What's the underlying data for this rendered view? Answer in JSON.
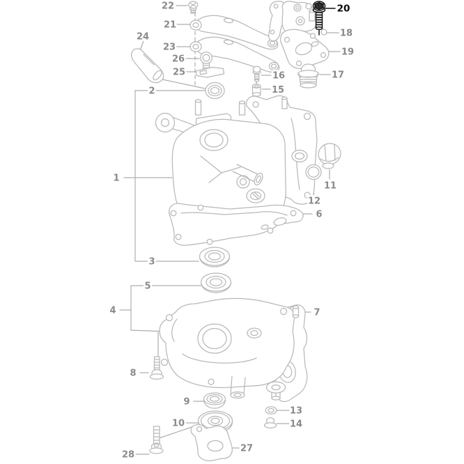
{
  "diagram": {
    "type": "exploded-parts-diagram",
    "background_color": "#ffffff",
    "line_color": "#b8b8b8",
    "label_color": "#8a8a8a",
    "highlight_color": "#0a0a0a",
    "highlighted_part": "20",
    "callouts": [
      {
        "label": "1",
        "highlighted": false
      },
      {
        "label": "2",
        "highlighted": false
      },
      {
        "label": "3",
        "highlighted": false
      },
      {
        "label": "4",
        "highlighted": false
      },
      {
        "label": "5",
        "highlighted": false
      },
      {
        "label": "6",
        "highlighted": false
      },
      {
        "label": "7",
        "highlighted": false
      },
      {
        "label": "8",
        "highlighted": false
      },
      {
        "label": "9",
        "highlighted": false
      },
      {
        "label": "10",
        "highlighted": false
      },
      {
        "label": "11",
        "highlighted": false
      },
      {
        "label": "12",
        "highlighted": false
      },
      {
        "label": "13",
        "highlighted": false
      },
      {
        "label": "14",
        "highlighted": false
      },
      {
        "label": "15",
        "highlighted": false
      },
      {
        "label": "16",
        "highlighted": false
      },
      {
        "label": "17",
        "highlighted": false
      },
      {
        "label": "18",
        "highlighted": false
      },
      {
        "label": "19",
        "highlighted": false
      },
      {
        "label": "20",
        "highlighted": true
      },
      {
        "label": "21",
        "highlighted": false
      },
      {
        "label": "22",
        "highlighted": false
      },
      {
        "label": "23",
        "highlighted": false
      },
      {
        "label": "24",
        "highlighted": false
      },
      {
        "label": "25",
        "highlighted": false
      },
      {
        "label": "26",
        "highlighted": false
      },
      {
        "label": "27",
        "highlighted": false
      },
      {
        "label": "28",
        "highlighted": false
      }
    ]
  }
}
